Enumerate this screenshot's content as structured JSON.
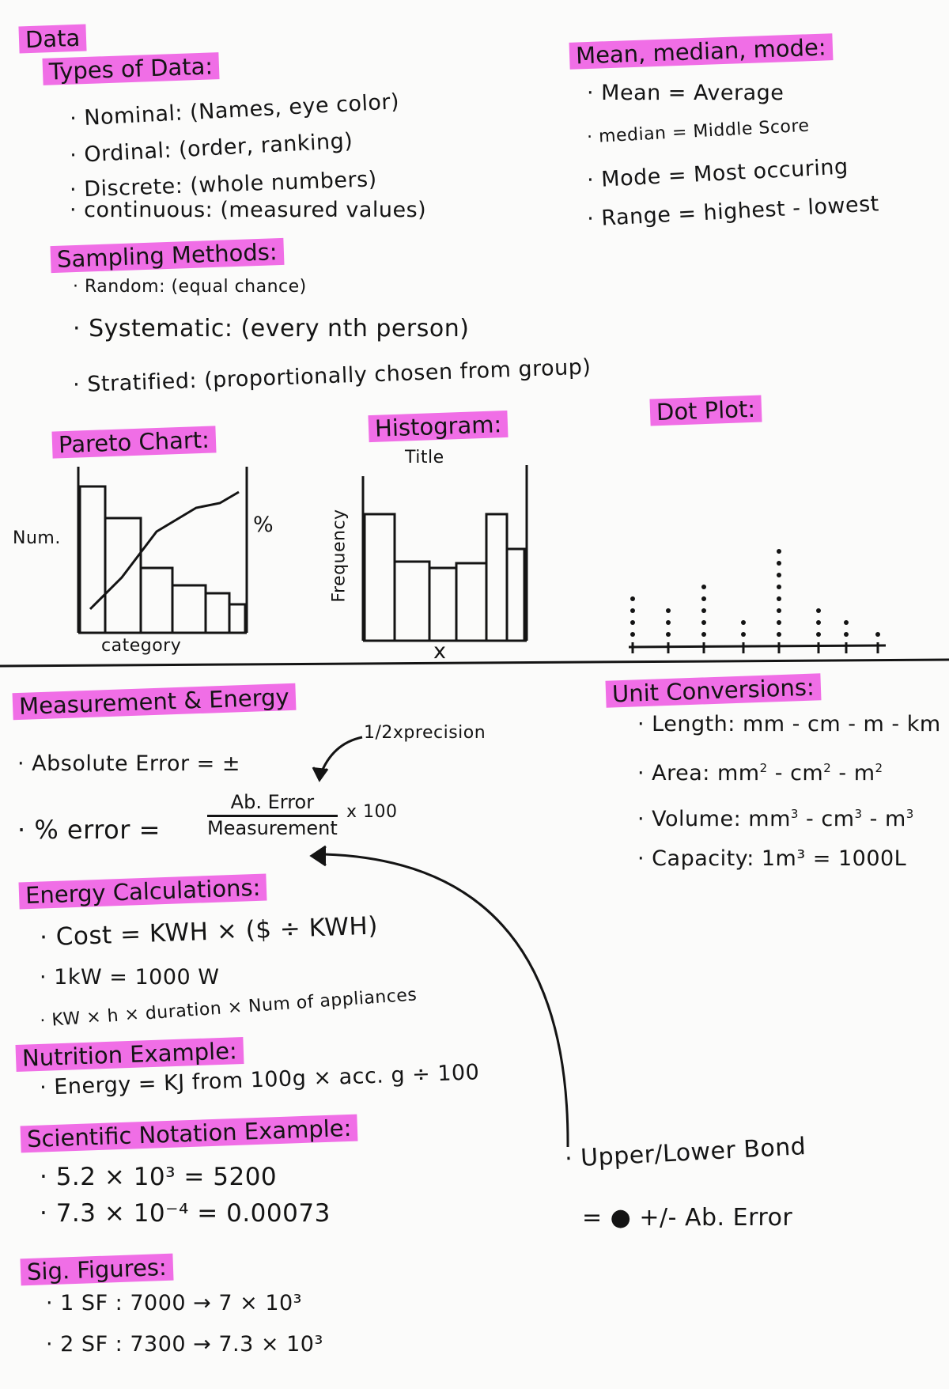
{
  "title": "Data",
  "types_of_data": {
    "heading": "Types of Data:",
    "items": [
      "· Nominal: (Names, eye color)",
      "· Ordinal: (order, ranking)",
      "· Discrete: (whole numbers)",
      "· continuous: (measured values)"
    ]
  },
  "sampling": {
    "heading": "Sampling Methods:",
    "items": [
      "· Random: (equal chance)",
      "· Systematic: (every nth person)",
      "· Stratified: (proportionally chosen from group)"
    ]
  },
  "mmm": {
    "heading": "Mean, median, mode:",
    "items": [
      "· Mean = Average",
      "· median = Middle Score",
      "· Mode = Most occuring",
      "· Range = highest - lowest"
    ]
  },
  "pareto": {
    "heading": "Pareto Chart:",
    "ylabel": "Num.",
    "y2label": "%",
    "xlabel": "category"
  },
  "histogram": {
    "heading": "Histogram:",
    "title": "Title",
    "ylabel": "Frequency",
    "xlabel": "x"
  },
  "dotplot": {
    "heading": "Dot Plot:"
  },
  "measurement": {
    "heading": "Measurement & Energy",
    "precision_note": "1/2xprecision",
    "absolute_error": "· Absolute Error = ±",
    "percent_error": "· % error =",
    "numerator": "Ab. Error",
    "denominator": "Measurement",
    "times100": "x 100"
  },
  "units": {
    "heading": "Unit Conversions:",
    "length": "· Length: mm - cm - m - km",
    "area_label": "· Area: ",
    "area_units": [
      "mm",
      "cm",
      "m"
    ],
    "area_exp": "2",
    "volume_label": "· Volume: ",
    "volume_units": [
      "mm",
      "cm",
      "m"
    ],
    "volume_exp": "3",
    "capacity": "· Capacity: 1m³ = 1000L"
  },
  "energy": {
    "heading": "Energy Calculations:",
    "items": [
      "· Cost = KWH × ($ ÷ KWH)",
      "· 1kW = 1000 W",
      "· KW × h × duration × Num of appliances"
    ]
  },
  "nutrition": {
    "heading": "Nutrition Example:",
    "item": "· Energy = KJ from 100g × acc. g ÷ 100"
  },
  "scientific": {
    "heading": "Scientific Notation Example:",
    "items": [
      "· 5.2 × 10³ = 5200",
      "· 7.3 × 10⁻⁴ = 0.00073"
    ]
  },
  "sigfig": {
    "heading": "Sig. Figures:",
    "items": [
      "· 1 SF : 7000 → 7 × 10³",
      "· 2 SF : 7300 → 7.3 × 10³"
    ]
  },
  "bound": {
    "line1": "· Upper/Lower Bond",
    "line2": "= ● +/- Ab. Error"
  },
  "colors": {
    "highlight": "#f06ee6",
    "ink": "#141414"
  }
}
